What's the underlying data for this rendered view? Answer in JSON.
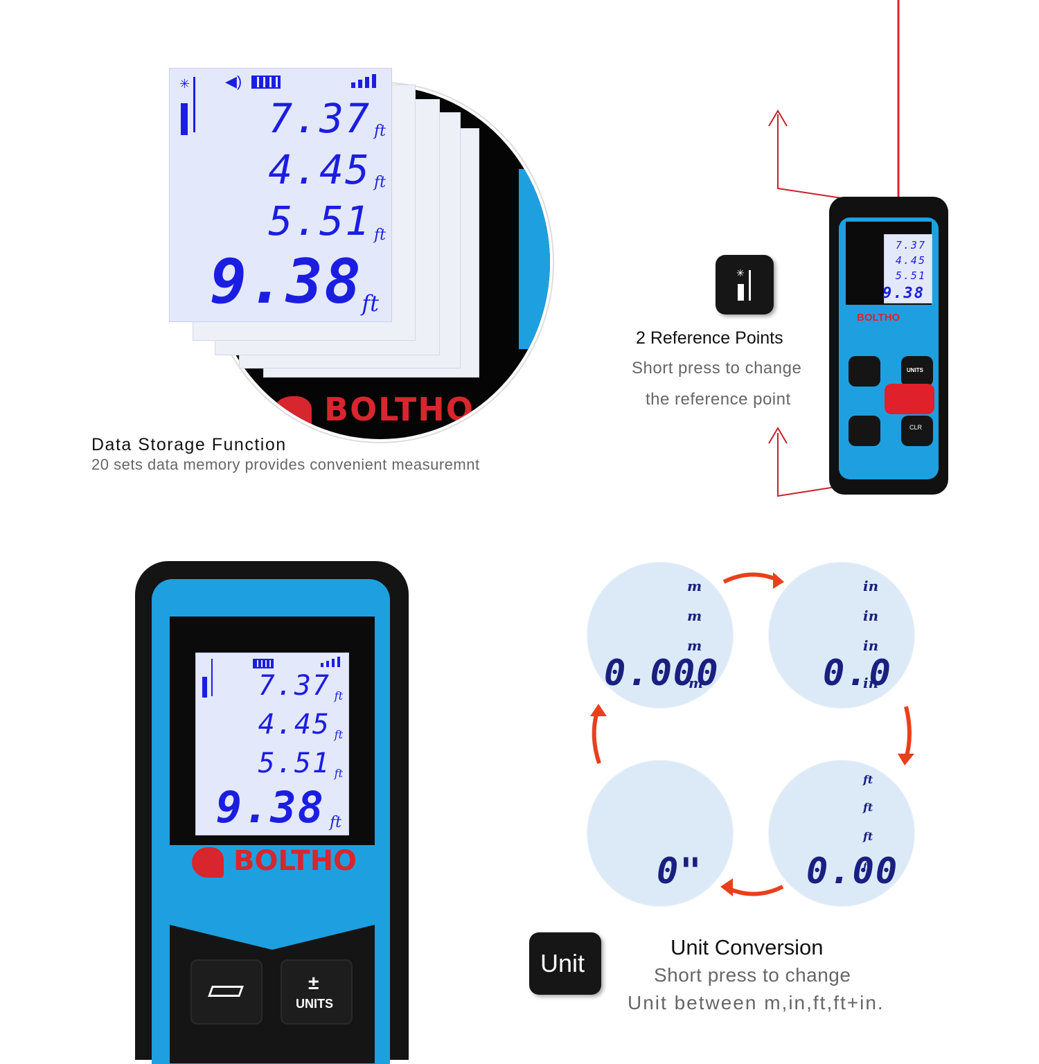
{
  "top_left": {
    "lcd_values": [
      {
        "value": "7.37",
        "unit": "ft"
      },
      {
        "value": "4.45",
        "unit": "ft"
      },
      {
        "value": "5.51",
        "unit": "ft"
      },
      {
        "value": "9.38",
        "unit": "ft"
      }
    ],
    "brand_text": "BOLTHO",
    "title": "Data Storage Function",
    "subtitle": "20 sets data memory provides convenient measuremnt"
  },
  "top_right": {
    "title": "2 Reference Points",
    "line1": "Short press to change",
    "line2": "the reference point",
    "device_values": [
      "7.37",
      "4.45",
      "5.51",
      "9.38"
    ],
    "device_unit": "ft",
    "device_brand": "BOLTHO",
    "units_label": "UNITS",
    "clr_label": "CLR",
    "accent_color": "#1ea0e0",
    "laser_color": "#e0202a"
  },
  "bottom_left": {
    "lcd_values": [
      {
        "value": "7.37",
        "unit": "ft"
      },
      {
        "value": "4.45",
        "unit": "ft"
      },
      {
        "value": "5.51",
        "unit": "ft"
      },
      {
        "value": "9.38",
        "unit": "ft"
      }
    ],
    "brand_text": "BOLTHO",
    "units_label": "UNITS",
    "plus_minus": "±"
  },
  "bottom_right": {
    "circle_m": {
      "unit": "m",
      "value": "0.000"
    },
    "circle_in": {
      "unit": "in",
      "value": "0.0"
    },
    "circle_ft": {
      "unit": "ft",
      "value": "0.00"
    },
    "circle_ftin": {
      "value": "0\""
    },
    "key_label": "Unit",
    "title": "Unit Conversion",
    "line1": "Short press to change",
    "line2": "Unit between m,in,ft,ft+in.",
    "arrow_color": "#e8401c"
  }
}
